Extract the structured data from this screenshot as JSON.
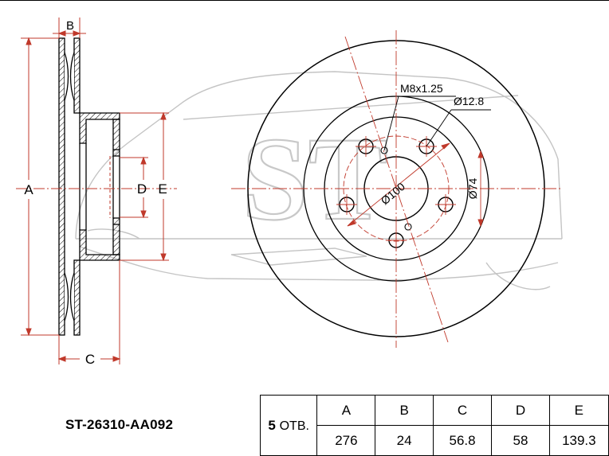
{
  "drawing": {
    "dim_labels": {
      "a": "A",
      "b": "B",
      "c": "C",
      "d": "D",
      "e": "E"
    },
    "callouts": {
      "thread": "M8x1.25",
      "hole_diameter": "Ø12.8",
      "center_bore": "Ø100",
      "bolt_circle": "Ø74"
    },
    "watermark": "ST",
    "colors": {
      "dimension": "#c0392b",
      "outline": "#000000",
      "watermark": "#b8b8b8"
    }
  },
  "part_number": "ST-26310-AA092",
  "spec_table": {
    "holes_count": "5",
    "holes_unit": "ОТВ.",
    "columns": [
      {
        "header": "A",
        "value": "276"
      },
      {
        "header": "B",
        "value": "24"
      },
      {
        "header": "C",
        "value": "56.8"
      },
      {
        "header": "D",
        "value": "58"
      },
      {
        "header": "E",
        "value": "139.3"
      }
    ]
  }
}
